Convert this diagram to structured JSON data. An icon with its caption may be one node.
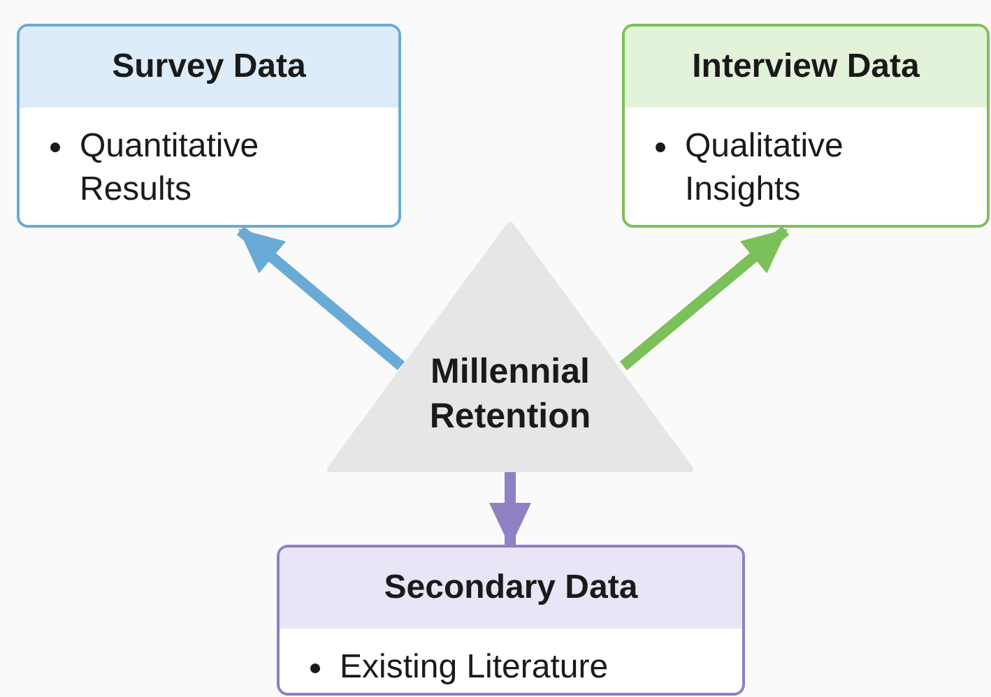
{
  "diagram": {
    "nodes": [
      {
        "text": [
          "Survey Data",
          "Quantitative Results"
        ]
      },
      {
        "text": [
          "Interview Data",
          "Qualitative Insights"
        ]
      },
      {
        "text": [
          "Millennial Retention"
        ]
      },
      {
        "text": [
          "Secondary Data",
          "Existing Literature"
        ]
      }
    ],
    "edges": [
      {
        "from": 2,
        "to": 0,
        "arrow": "to",
        "color": "#6aaad6"
      },
      {
        "from": 2,
        "to": 1,
        "arrow": "to",
        "color": "#7cc05a"
      },
      {
        "from": 2,
        "to": 3,
        "arrow": "to",
        "color": "#9080c4"
      }
    ]
  }
}
